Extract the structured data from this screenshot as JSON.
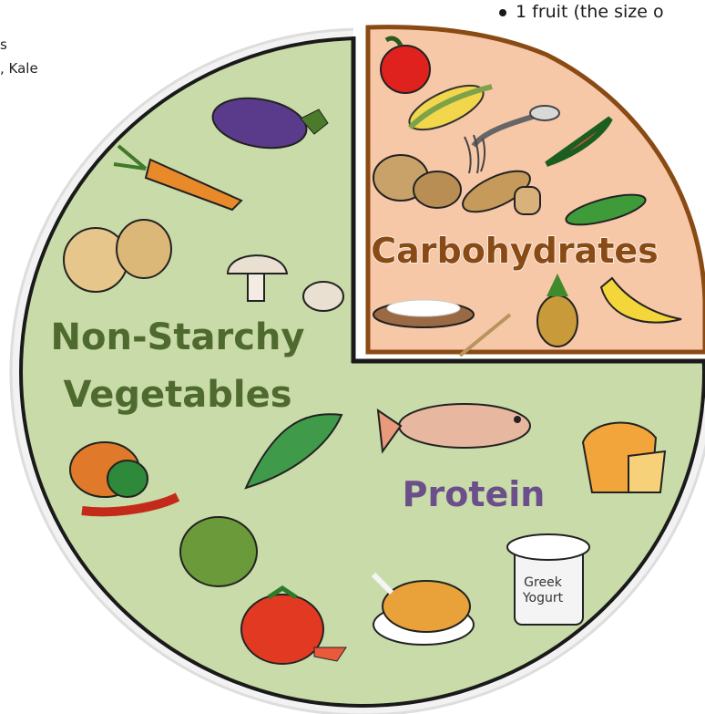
{
  "fragments": {
    "left_line_1": "s",
    "left_line_2": ", Kale",
    "top_bullet": "1 fruit (the size o"
  },
  "plate": {
    "sections": [
      {
        "key": "vegetables",
        "label_lines": [
          "Non-Starchy",
          "Vegetables"
        ],
        "color": "#c8dba8",
        "text_color": "#4f6a2e"
      },
      {
        "key": "carbohydrates",
        "label": "Carbohydrates",
        "color": "#f6c8a8",
        "text_color": "#8a4a14",
        "border": "#8a4a14"
      },
      {
        "key": "protein",
        "label": "Protein",
        "color": "#c8dba8",
        "text_color": "#6a4f8a"
      }
    ],
    "outline_color": "#1a1a1a",
    "rim_color": "#e8e8e8"
  },
  "icons": {
    "vegetables": [
      "eggplant-icon",
      "carrot-icon",
      "onions-icon",
      "mushrooms-icon",
      "lettuce-icon",
      "peppers-icon",
      "artichoke-icon",
      "tomato-icon"
    ],
    "carbohydrates": [
      "apple-icon",
      "corn-icon",
      "pasta-fork-icon",
      "watermelon-icon",
      "potatoes-icon",
      "bread-icon",
      "peas-icon",
      "rice-bowl-icon",
      "pineapple-icon",
      "banana-icon"
    ],
    "protein": [
      "fish-icon",
      "cheese-icon",
      "chicken-icon",
      "yogurt-icon"
    ]
  },
  "yogurt_label_lines": [
    "Greek",
    "Yogurt"
  ]
}
